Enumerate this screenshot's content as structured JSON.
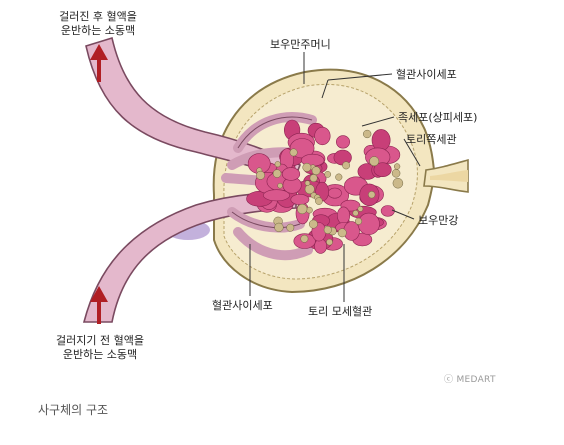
{
  "labels": {
    "efferent": "걸러진 후 혈액을\n운반하는 소동맥",
    "afferent": "걸러지기 전 혈액을\n운반하는 소동맥",
    "bowman_capsule": "보우만주머니",
    "mesangial_top": "혈관사이세포",
    "podocyte": "족세포(상피세포)",
    "tubule": "토리쪽세관",
    "bowman_space": "보우만강",
    "mesangial_bottom": "혈관사이세포",
    "capillary": "토리 모세혈관"
  },
  "credit": "ⓒ MEDART",
  "caption": "사구체의 구조",
  "colors": {
    "vessel": "#e4b8cc",
    "vessel_edge": "#7a4a60",
    "capsule_fill": "#f3e6c0",
    "capsule_edge": "#8a7a4a",
    "capillary": "#d9578c",
    "podocyte": "#cbb98a",
    "arrow": "#b01e24",
    "purple_tissue": "#b9a3d6"
  }
}
